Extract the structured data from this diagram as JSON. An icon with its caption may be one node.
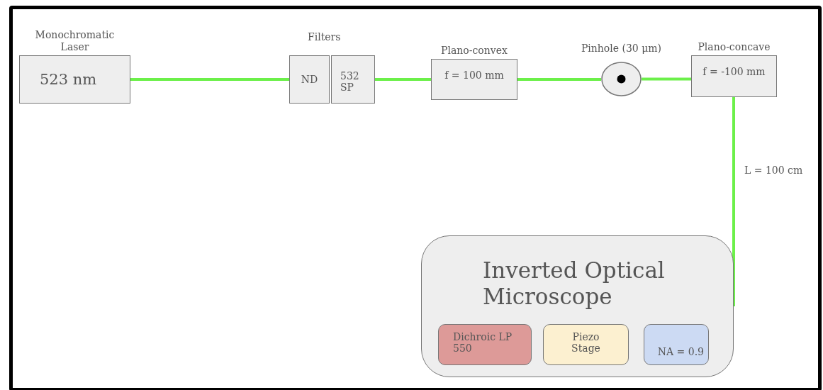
{
  "diagram": {
    "nodes": [
      {
        "text": [
          "Monochromatic Laser",
          "523 nm"
        ]
      },
      {
        "text": [
          "ND"
        ]
      },
      {
        "text": [
          "532 SP"
        ]
      },
      {
        "text": [
          "Plano-convex",
          "f = 100 mm"
        ]
      },
      {
        "text": [
          "Pinhole (30 μm)"
        ]
      },
      {
        "text": [
          "Plano-concave",
          "f = -100 mm"
        ]
      },
      {
        "text": [
          "Inverted Optical Microscope"
        ]
      },
      {
        "text": [
          "Dichroic LP 550"
        ],
        "in": 6
      },
      {
        "text": [
          "Piezo Stage"
        ],
        "in": 6
      },
      {
        "text": [
          "NA = 0.9"
        ],
        "in": 6
      }
    ],
    "edges": [
      {
        "from": 0,
        "to": 1,
        "arrow": "none"
      },
      {
        "from": 2,
        "to": 3,
        "arrow": "none"
      },
      {
        "from": 3,
        "to": 4,
        "arrow": "none"
      },
      {
        "from": 4,
        "to": 5,
        "arrow": "none"
      },
      {
        "from": 5,
        "to": 6,
        "arrow": "none",
        "label": "L = 100 cm"
      }
    ],
    "labels": [
      "Filters"
    ]
  }
}
